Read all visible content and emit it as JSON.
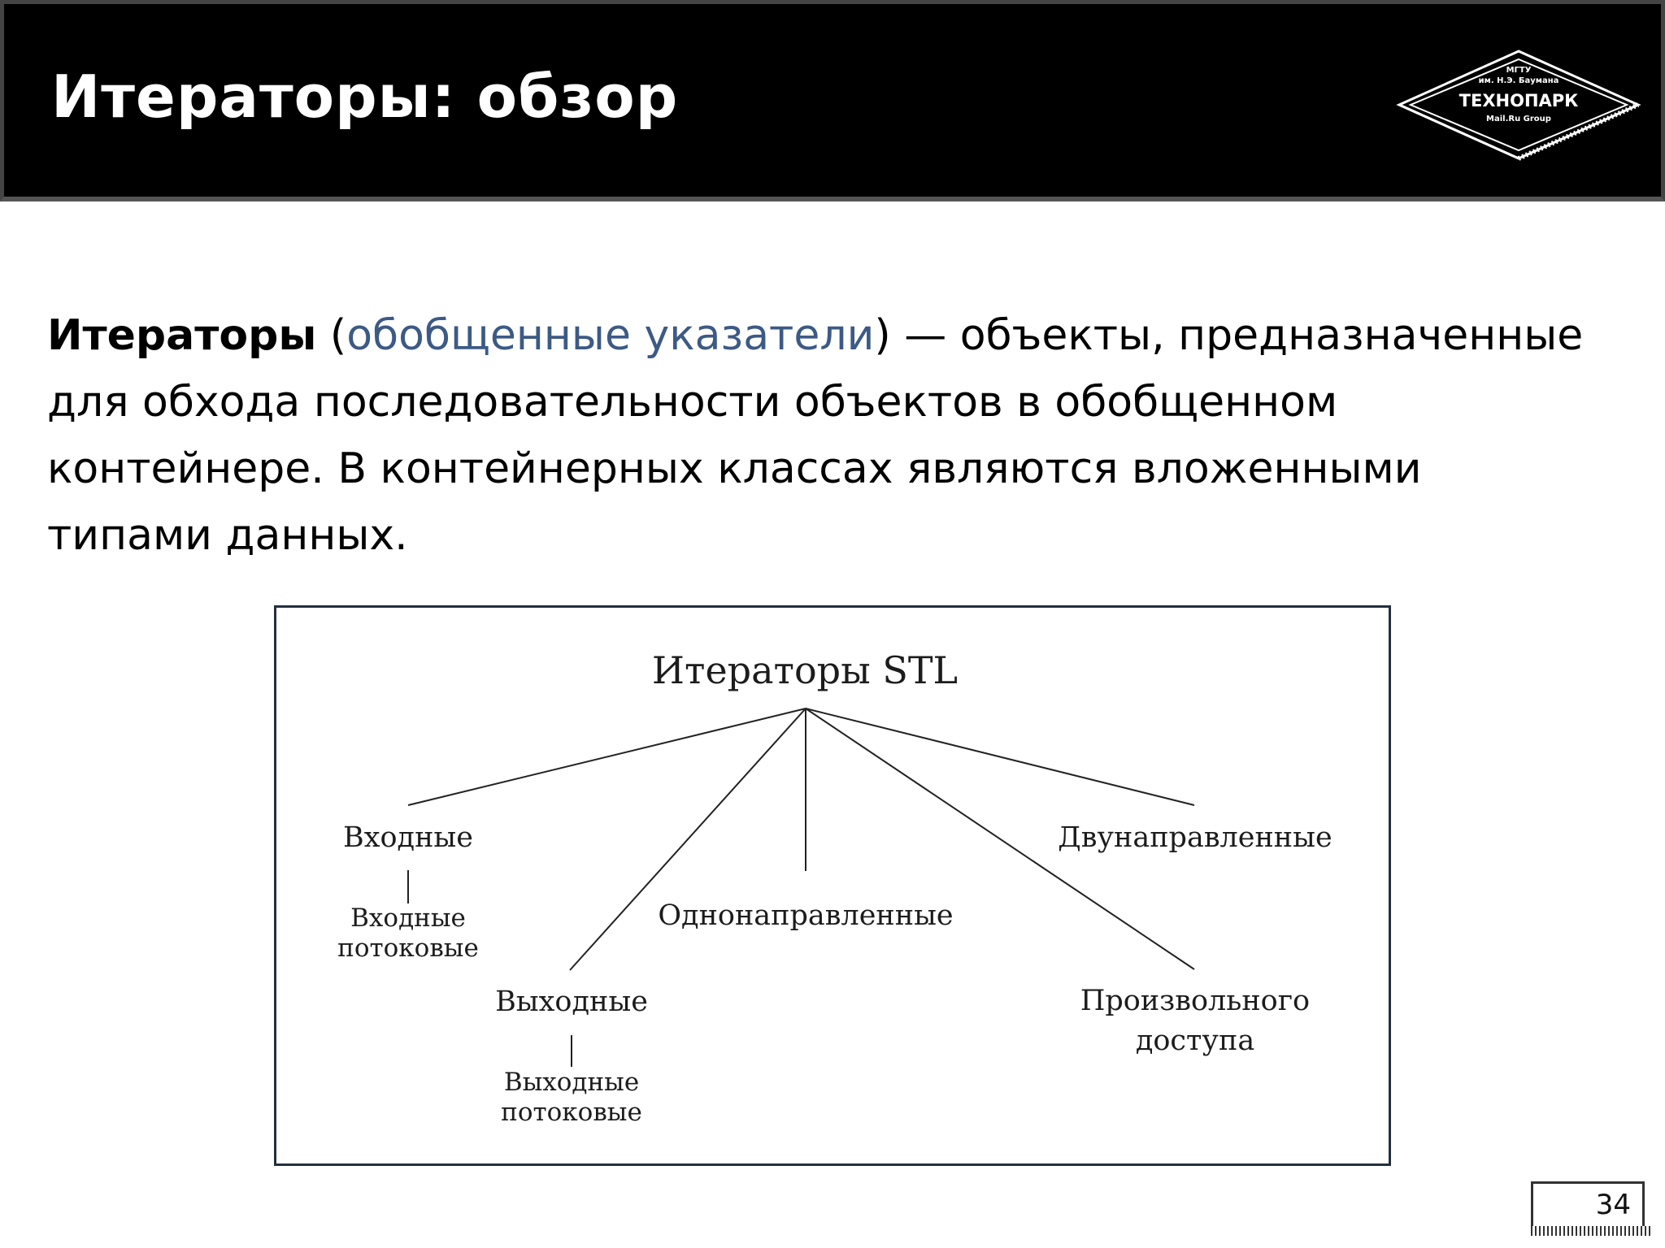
{
  "slide": {
    "title": "Итераторы: обзор",
    "page_number": "34"
  },
  "logo": {
    "line1": "МГТУ",
    "line2": "им. Н.Э. Баумана",
    "brand": "ТЕХНОПАРК",
    "sub": "Mail.Ru Group"
  },
  "intro": {
    "term": "Итераторы",
    "open_paren": " (",
    "alias": "обобщенные указатели",
    "rest_line1": ") — объекты, предназначенные",
    "line2": "для обхода последовательности объектов в обобщенном",
    "line3": "контейнере. В контейнерных классах являются вложенными",
    "line4": "типами данных."
  },
  "diagram": {
    "root": "Итераторы STL",
    "input": "Входные",
    "input_stream": [
      "Входные",
      "потоковые"
    ],
    "output": "Выходные",
    "output_stream": [
      "Выходные",
      "потоковые"
    ],
    "forward": "Однонаправленные",
    "bidirectional": "Двунаправленные",
    "random_access": [
      "Произвольного",
      "доступа"
    ]
  }
}
